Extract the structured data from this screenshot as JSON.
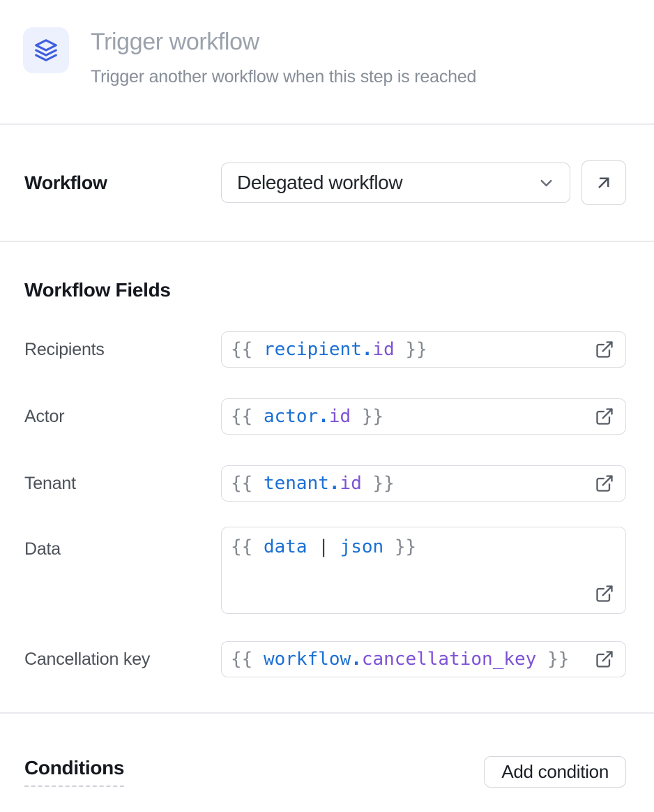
{
  "header": {
    "title": "Trigger workflow",
    "subtitle": "Trigger another workflow when this step is reached"
  },
  "workflow": {
    "label": "Workflow",
    "selected_option": "Delegated workflow"
  },
  "workflow_fields": {
    "heading": "Workflow Fields",
    "fields": [
      {
        "label": "Recipients",
        "multiline": false,
        "code": [
          {
            "text": "{{ ",
            "type": "punct"
          },
          {
            "text": "recipient",
            "type": "var"
          },
          {
            "text": ".",
            "type": "dot"
          },
          {
            "text": "id",
            "type": "prop"
          },
          {
            "text": " }}",
            "type": "punct"
          }
        ]
      },
      {
        "label": "Actor",
        "multiline": false,
        "code": [
          {
            "text": "{{ ",
            "type": "punct"
          },
          {
            "text": "actor",
            "type": "var"
          },
          {
            "text": ".",
            "type": "dot"
          },
          {
            "text": "id",
            "type": "prop"
          },
          {
            "text": " }}",
            "type": "punct"
          }
        ]
      },
      {
        "label": "Tenant",
        "multiline": false,
        "code": [
          {
            "text": "{{ ",
            "type": "punct"
          },
          {
            "text": "tenant",
            "type": "var"
          },
          {
            "text": ".",
            "type": "dot"
          },
          {
            "text": "id",
            "type": "prop"
          },
          {
            "text": " }}",
            "type": "punct"
          }
        ]
      },
      {
        "label": "Data",
        "multiline": true,
        "code": [
          {
            "text": "{{ ",
            "type": "punct"
          },
          {
            "text": "data",
            "type": "var"
          },
          {
            "text": " ",
            "type": "plain"
          },
          {
            "text": "|",
            "type": "op"
          },
          {
            "text": " ",
            "type": "plain"
          },
          {
            "text": "json",
            "type": "var"
          },
          {
            "text": " }}",
            "type": "punct"
          }
        ]
      },
      {
        "label": "Cancellation key",
        "multiline": false,
        "code": [
          {
            "text": "{{ ",
            "type": "punct"
          },
          {
            "text": "workflow",
            "type": "var"
          },
          {
            "text": ".",
            "type": "dot"
          },
          {
            "text": "cancellation_key",
            "type": "prop"
          },
          {
            "text": " }}",
            "type": "punct"
          }
        ]
      }
    ]
  },
  "conditions": {
    "heading": "Conditions",
    "add_button_label": "Add condition"
  },
  "icons": {
    "header_icon": "layers-icon",
    "select_icon": "chevron-down-icon",
    "open_workflow_icon": "arrow-up-right-icon",
    "field_action_icon": "external-link-icon"
  },
  "colors": {
    "icon_accent": "#3e5ede",
    "icon_background": "#edf1fd",
    "code_variable": "#1a6fd4",
    "code_property": "#7e52d6",
    "code_punctuation": "#83888f",
    "border": "#d3d6db",
    "divider": "#e9eaed",
    "muted_title": "#9ba2ac"
  }
}
